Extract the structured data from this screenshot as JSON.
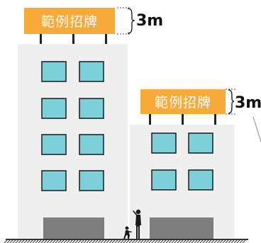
{
  "signs": [
    {
      "text": "範例招牌"
    },
    {
      "text": "範例招牌"
    }
  ],
  "dimensions": [
    {
      "label": "3m"
    },
    {
      "label": "3m"
    }
  ],
  "colors": {
    "sign": "#f7a93a",
    "building": "#efefef",
    "window": "#7dd0da",
    "window_border": "#1a1a1a",
    "door": "#7d7d7d",
    "ground": "#333333"
  }
}
